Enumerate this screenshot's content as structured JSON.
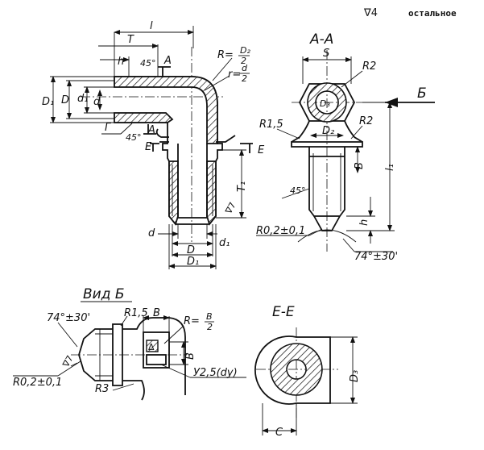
{
  "surface_note": {
    "symbol": "∇4",
    "text": "остальное"
  },
  "main_view": {
    "l": "l",
    "T": "T",
    "h": "h",
    "angle_45_top": "45°",
    "A_top": "А",
    "R_label": "R=",
    "R_num": "D₂",
    "R_den": "2",
    "r_label": "r=",
    "r_num": "d",
    "r_den": "2",
    "D1_left": "D₁",
    "D_left": "D",
    "d1_left": "d₁",
    "d_left": "d",
    "G": "Г",
    "angle_45_low": "45°",
    "A_low": "А",
    "E_left": "Е",
    "E_right": "Е",
    "T1": "T₁",
    "nabla": "∇7",
    "d_bottom": "d",
    "d1_bottom": "d₁",
    "D_bottom": "D",
    "D1_bottom": "D₁"
  },
  "section_AA": {
    "title": "А-А",
    "S": "S",
    "R2_top": "R2",
    "D3": "D₃",
    "arrow_B": "Б",
    "R15": "R1,5",
    "R2_mid": "R2",
    "D2": "D₂",
    "B": "В",
    "l1": "l₁",
    "angle_45": "45°",
    "h": "h",
    "R02": "R0,2±0,1",
    "angle_74": "74°±30'"
  },
  "view_B": {
    "title": "Вид Б",
    "angle_74": "74°±30'",
    "R15": "R1,5",
    "B_top": "В",
    "R_label": "R=",
    "R_num": "В",
    "R_den": "2",
    "B_side": "В",
    "delta": "Δ",
    "y25": "У2,5(dу)",
    "R02": "R0,2±0,1",
    "R3": "R3"
  },
  "section_EE": {
    "title": "Е-Е",
    "D3": "D₃",
    "C": "С"
  }
}
